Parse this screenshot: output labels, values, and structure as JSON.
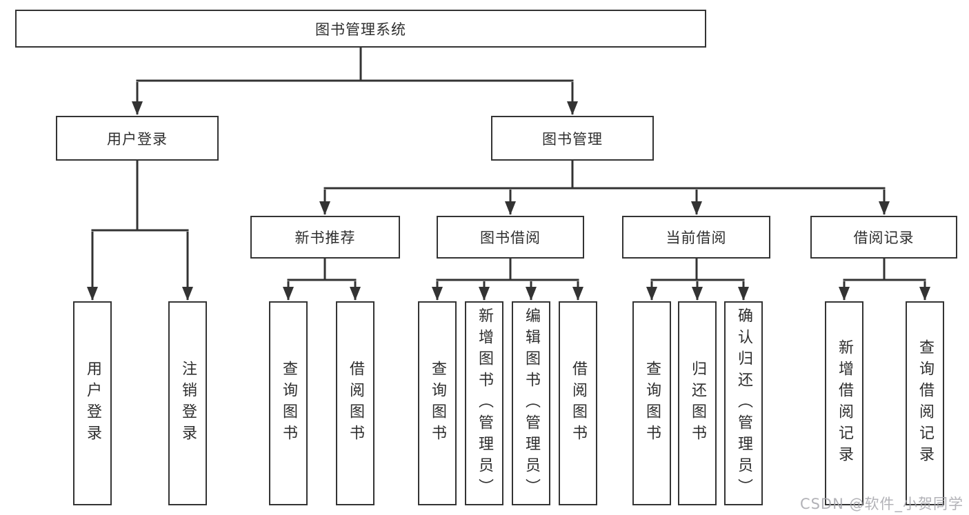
{
  "diagram": {
    "title": "图书管理系统",
    "branches": [
      {
        "label": "用户登录",
        "children": [
          "用户登录",
          "注销登录"
        ]
      },
      {
        "label": "图书管理",
        "modules": [
          {
            "label": "新书推荐",
            "children": [
              "查询图书",
              "借阅图书"
            ]
          },
          {
            "label": "图书借阅",
            "children": [
              "查询图书",
              "新增图书（管理员）",
              "编辑图书（管理员）",
              "借阅图书"
            ]
          },
          {
            "label": "当前借阅",
            "children": [
              "查询图书",
              "归还图书",
              "确认归还（管理员）"
            ]
          },
          {
            "label": "借阅记录",
            "children": [
              "新增借阅记录",
              "查询借阅记录"
            ]
          }
        ]
      }
    ]
  },
  "watermark": {
    "text": "CSDN @软件_小贺同学"
  },
  "colors": {
    "line": "#333333",
    "box_border": "#333333",
    "text": "#2e2e2e",
    "watermark": "#a5a5aa",
    "background": "#ffffff"
  }
}
